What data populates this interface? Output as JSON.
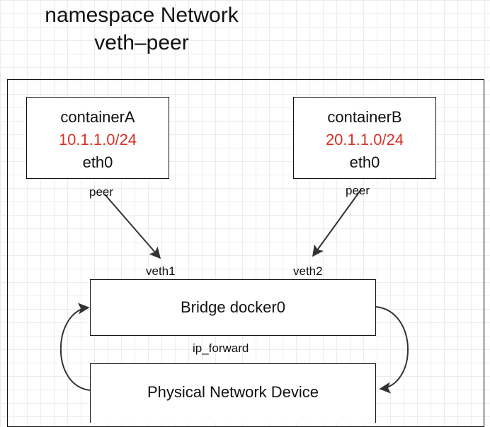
{
  "title": {
    "line1": "namespace Network",
    "line2": "veth–peer"
  },
  "containerA": {
    "name": "containerA",
    "ip": "10.1.1.0/24",
    "iface": "eth0"
  },
  "containerB": {
    "name": "containerB",
    "ip": "20.1.1.0/24",
    "iface": "eth0"
  },
  "labels": {
    "peer_a": "peer",
    "peer_b": "peer",
    "veth1": "veth1",
    "veth2": "veth2",
    "ip_forward": "ip_forward"
  },
  "bridge": {
    "label": "Bridge docker0"
  },
  "physical": {
    "label": "Physical Network Device"
  },
  "colors": {
    "ip_text": "#d93025",
    "lines": "#333333"
  }
}
